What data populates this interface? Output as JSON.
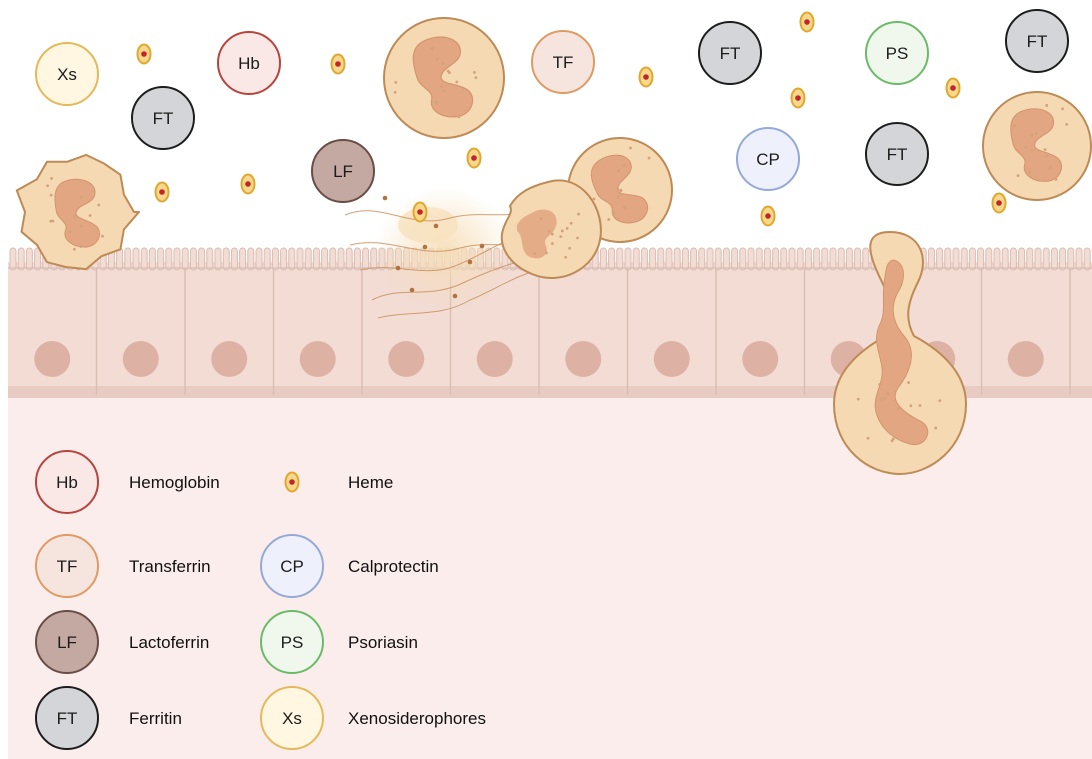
{
  "molecules": [
    {
      "key": "xs",
      "label": "Xs",
      "name": "Xenosiderophores",
      "fill": "#FFF7E2",
      "stroke": "#E5B95A"
    },
    {
      "key": "hb",
      "label": "Hb",
      "name": "Hemoglobin",
      "fill": "#F9E8E6",
      "stroke": "#B5453D"
    },
    {
      "key": "ft",
      "label": "FT",
      "name": "Ferritin",
      "fill": "#D3D5D8",
      "stroke": "#1D1D1D"
    },
    {
      "key": "tf",
      "label": "TF",
      "name": "Transferrin",
      "fill": "#F6E5DF",
      "stroke": "#DE9B63"
    },
    {
      "key": "lf",
      "label": "LF",
      "name": "Lactoferrin",
      "fill": "#C4A8A2",
      "stroke": "#6A4E45"
    },
    {
      "key": "cp",
      "label": "CP",
      "name": "Calprotectin",
      "fill": "#EEF0FB",
      "stroke": "#95A9D7"
    },
    {
      "key": "ps",
      "label": "PS",
      "name": "Psoriasin",
      "fill": "#F0F8EE",
      "stroke": "#6BBA67"
    }
  ],
  "heme": {
    "name": "Heme",
    "fill": "#F5D88A",
    "stroke": "#E0A830",
    "dot": "#C0262C"
  },
  "legend": {
    "rows": [
      [
        {
          "type": "molecule",
          "key": "hb"
        },
        {
          "type": "heme"
        }
      ],
      [
        {
          "type": "molecule",
          "key": "tf"
        },
        {
          "type": "molecule",
          "key": "cp"
        }
      ],
      [
        {
          "type": "molecule",
          "key": "lf"
        },
        {
          "type": "molecule",
          "key": "ps"
        }
      ],
      [
        {
          "type": "molecule",
          "key": "ft"
        },
        {
          "type": "molecule",
          "key": "xs"
        }
      ]
    ]
  },
  "colors": {
    "background_top": "#FFFFFF",
    "tissue_background": "#FBEDEC",
    "epithelium_fill": "#F2DCD4",
    "epithelium_line": "#D9BDB3",
    "nucleus": "#DDB2A5",
    "neutrophil_fill": "#F4D9B3",
    "neutrophil_stroke": "#BE8A55",
    "neutrophil_nucleus": "#E2A782",
    "net_color": "#C9915E"
  }
}
